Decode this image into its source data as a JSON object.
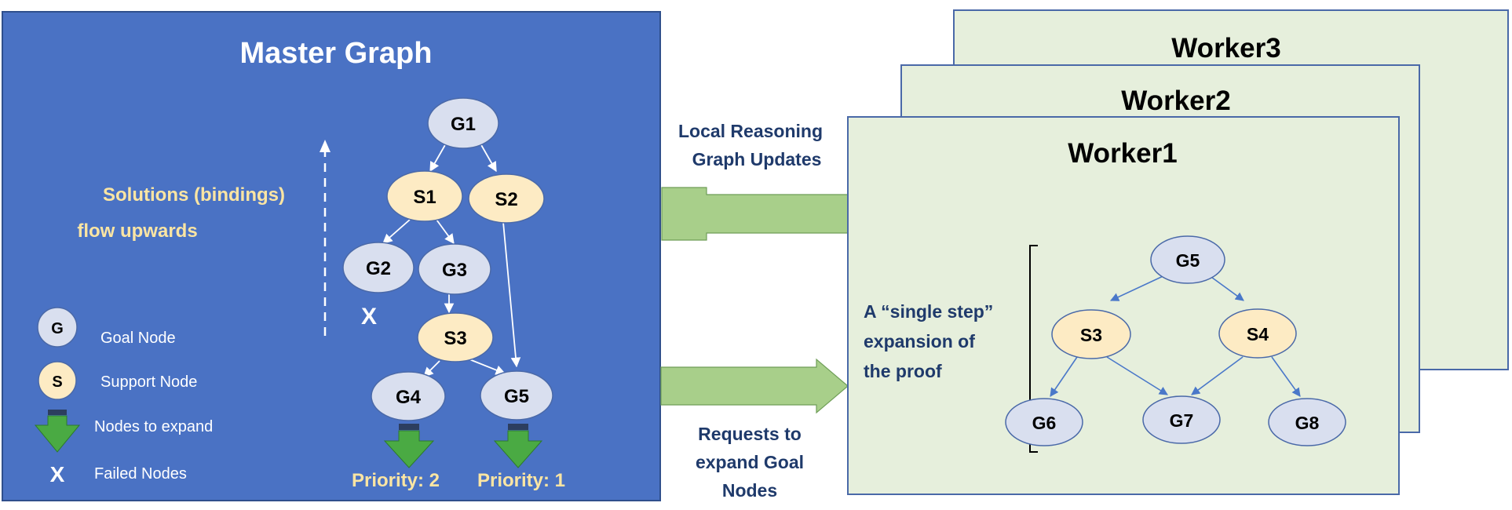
{
  "master": {
    "title": "Master Graph",
    "solutions_line1": "Solutions (bindings)",
    "solutions_line2": "flow upwards",
    "nodes": {
      "g1": "G1",
      "s1": "S1",
      "s2": "S2",
      "g2": "G2",
      "g3": "G3",
      "s3": "S3",
      "g4": "G4",
      "g5": "G5"
    },
    "failed_mark": "X",
    "priority_g4": "Priority: 2",
    "priority_g5": "Priority: 1",
    "legend": {
      "goal_symbol": "G",
      "goal_label": "Goal Node",
      "support_symbol": "S",
      "support_label": "Support Node",
      "expand_label": "Nodes to expand",
      "failed_symbol": "X",
      "failed_label": "Failed Nodes"
    }
  },
  "arrows": {
    "updates_line1": "Local Reasoning",
    "updates_line2": "Graph Updates",
    "requests_line1": "Requests to",
    "requests_line2": "expand Goal",
    "requests_line3": "Nodes"
  },
  "workers": {
    "worker3_title": "Worker3",
    "worker2_title": "Worker2",
    "worker1_title": "Worker1",
    "expansion_line1": "A “single step”",
    "expansion_line2": "expansion of",
    "expansion_line3": "the proof",
    "nodes": {
      "g5": "G5",
      "s3": "S3",
      "s4": "S4",
      "g6": "G6",
      "g7": "G7",
      "g8": "G8"
    }
  },
  "colors": {
    "master_bg": "#4a72c4",
    "goal_fill": "#d9dfef",
    "support_fill": "#fdebc4",
    "worker_bg": "#e6efdc",
    "worker_border": "#4a69a8",
    "arrow_green": "#a8cf8a",
    "expand_green": "#4aaa43",
    "label_navy": "#1f3a6b",
    "solutions_text": "#fbe5a3"
  }
}
